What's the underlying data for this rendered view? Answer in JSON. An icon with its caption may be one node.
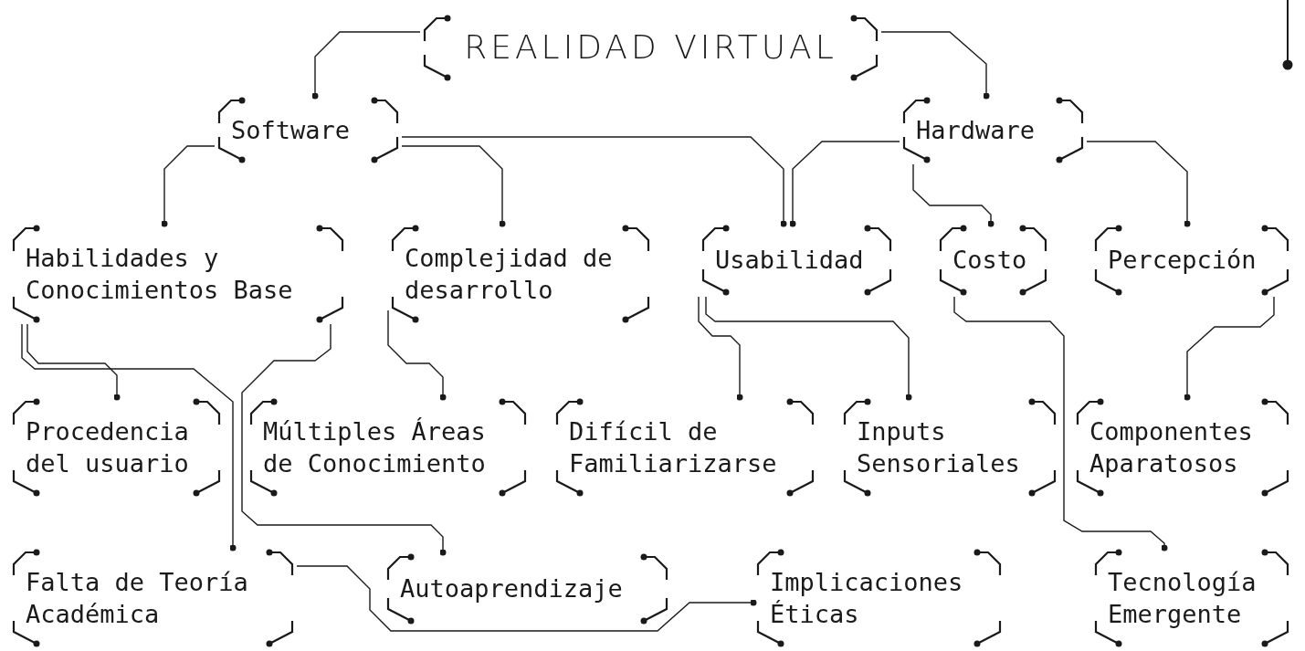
{
  "diagram": {
    "nodes": [
      {
        "text": [
          "REALIDAD VIRTUAL"
        ]
      },
      {
        "text": [
          "Software"
        ]
      },
      {
        "text": [
          "Hardware"
        ]
      },
      {
        "text": [
          "Habilidades y Conocimientos Base"
        ]
      },
      {
        "text": [
          "Complejidad de desarrollo"
        ]
      },
      {
        "text": [
          "Usabilidad"
        ]
      },
      {
        "text": [
          "Costo"
        ]
      },
      {
        "text": [
          "Percepción"
        ]
      },
      {
        "text": [
          "Procedencia del usuario"
        ]
      },
      {
        "text": [
          "Múltiples Áreas de Conocimiento"
        ]
      },
      {
        "text": [
          "Difícil de Familiarizarse"
        ]
      },
      {
        "text": [
          "Inputs Sensoriales"
        ]
      },
      {
        "text": [
          "Componentes Aparatosos"
        ]
      },
      {
        "text": [
          "Falta de Teoría Académica"
        ]
      },
      {
        "text": [
          "Autoaprendizaje"
        ]
      },
      {
        "text": [
          "Implicaciones Éticas"
        ]
      },
      {
        "text": [
          "Tecnología Emergente"
        ]
      }
    ],
    "edges": [
      {
        "from": 0,
        "to": 1,
        "arrow": "other"
      },
      {
        "from": 0,
        "to": 2,
        "arrow": "other"
      },
      {
        "from": 1,
        "to": 3,
        "arrow": "other"
      },
      {
        "from": 1,
        "to": 4,
        "arrow": "other"
      },
      {
        "from": 1,
        "to": 5,
        "arrow": "other"
      },
      {
        "from": 2,
        "to": 5,
        "arrow": "other"
      },
      {
        "from": 2,
        "to": 6,
        "arrow": "other"
      },
      {
        "from": 2,
        "to": 7,
        "arrow": "other"
      },
      {
        "from": 3,
        "to": 8,
        "arrow": "other"
      },
      {
        "from": 3,
        "to": 13,
        "arrow": "other"
      },
      {
        "from": 3,
        "to": 14,
        "arrow": "other"
      },
      {
        "from": 4,
        "to": 9,
        "arrow": "other"
      },
      {
        "from": 5,
        "to": 10,
        "arrow": "other"
      },
      {
        "from": 5,
        "to": 11,
        "arrow": "other"
      },
      {
        "from": 6,
        "to": 16,
        "arrow": "other"
      },
      {
        "from": 7,
        "to": 12,
        "arrow": "other"
      },
      {
        "from": 13,
        "to": 15,
        "arrow": "other"
      }
    ]
  }
}
